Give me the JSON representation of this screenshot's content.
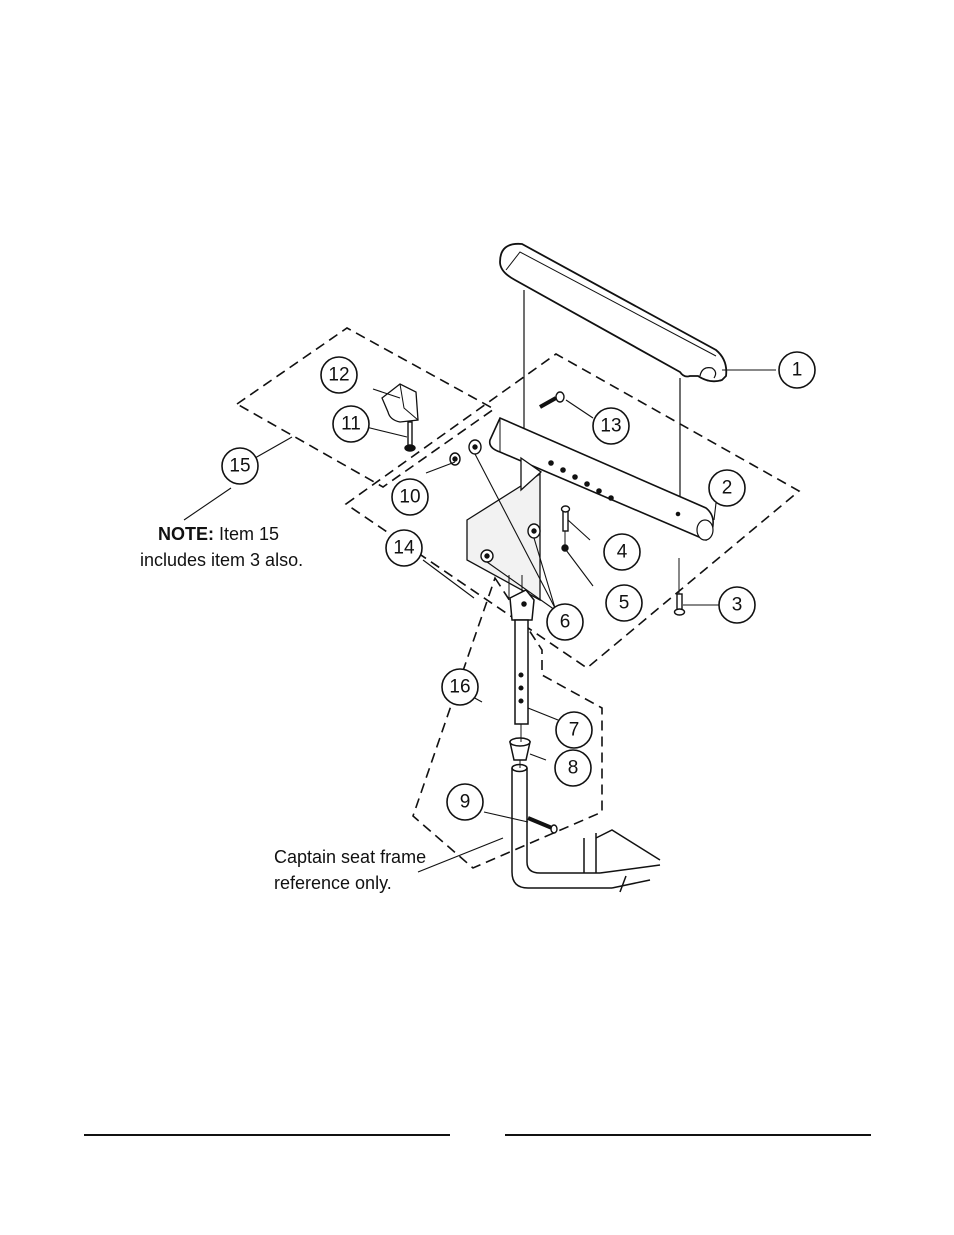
{
  "callouts": [
    "1",
    "2",
    "3",
    "4",
    "5",
    "6",
    "7",
    "8",
    "9",
    "10",
    "11",
    "12",
    "13",
    "14",
    "15",
    "16"
  ],
  "note": {
    "label": "NOTE:",
    "line1_rest": " Item 15",
    "line2": "includes item 3 also."
  },
  "reference": {
    "line1": "Captain seat frame",
    "line2": "reference only."
  }
}
